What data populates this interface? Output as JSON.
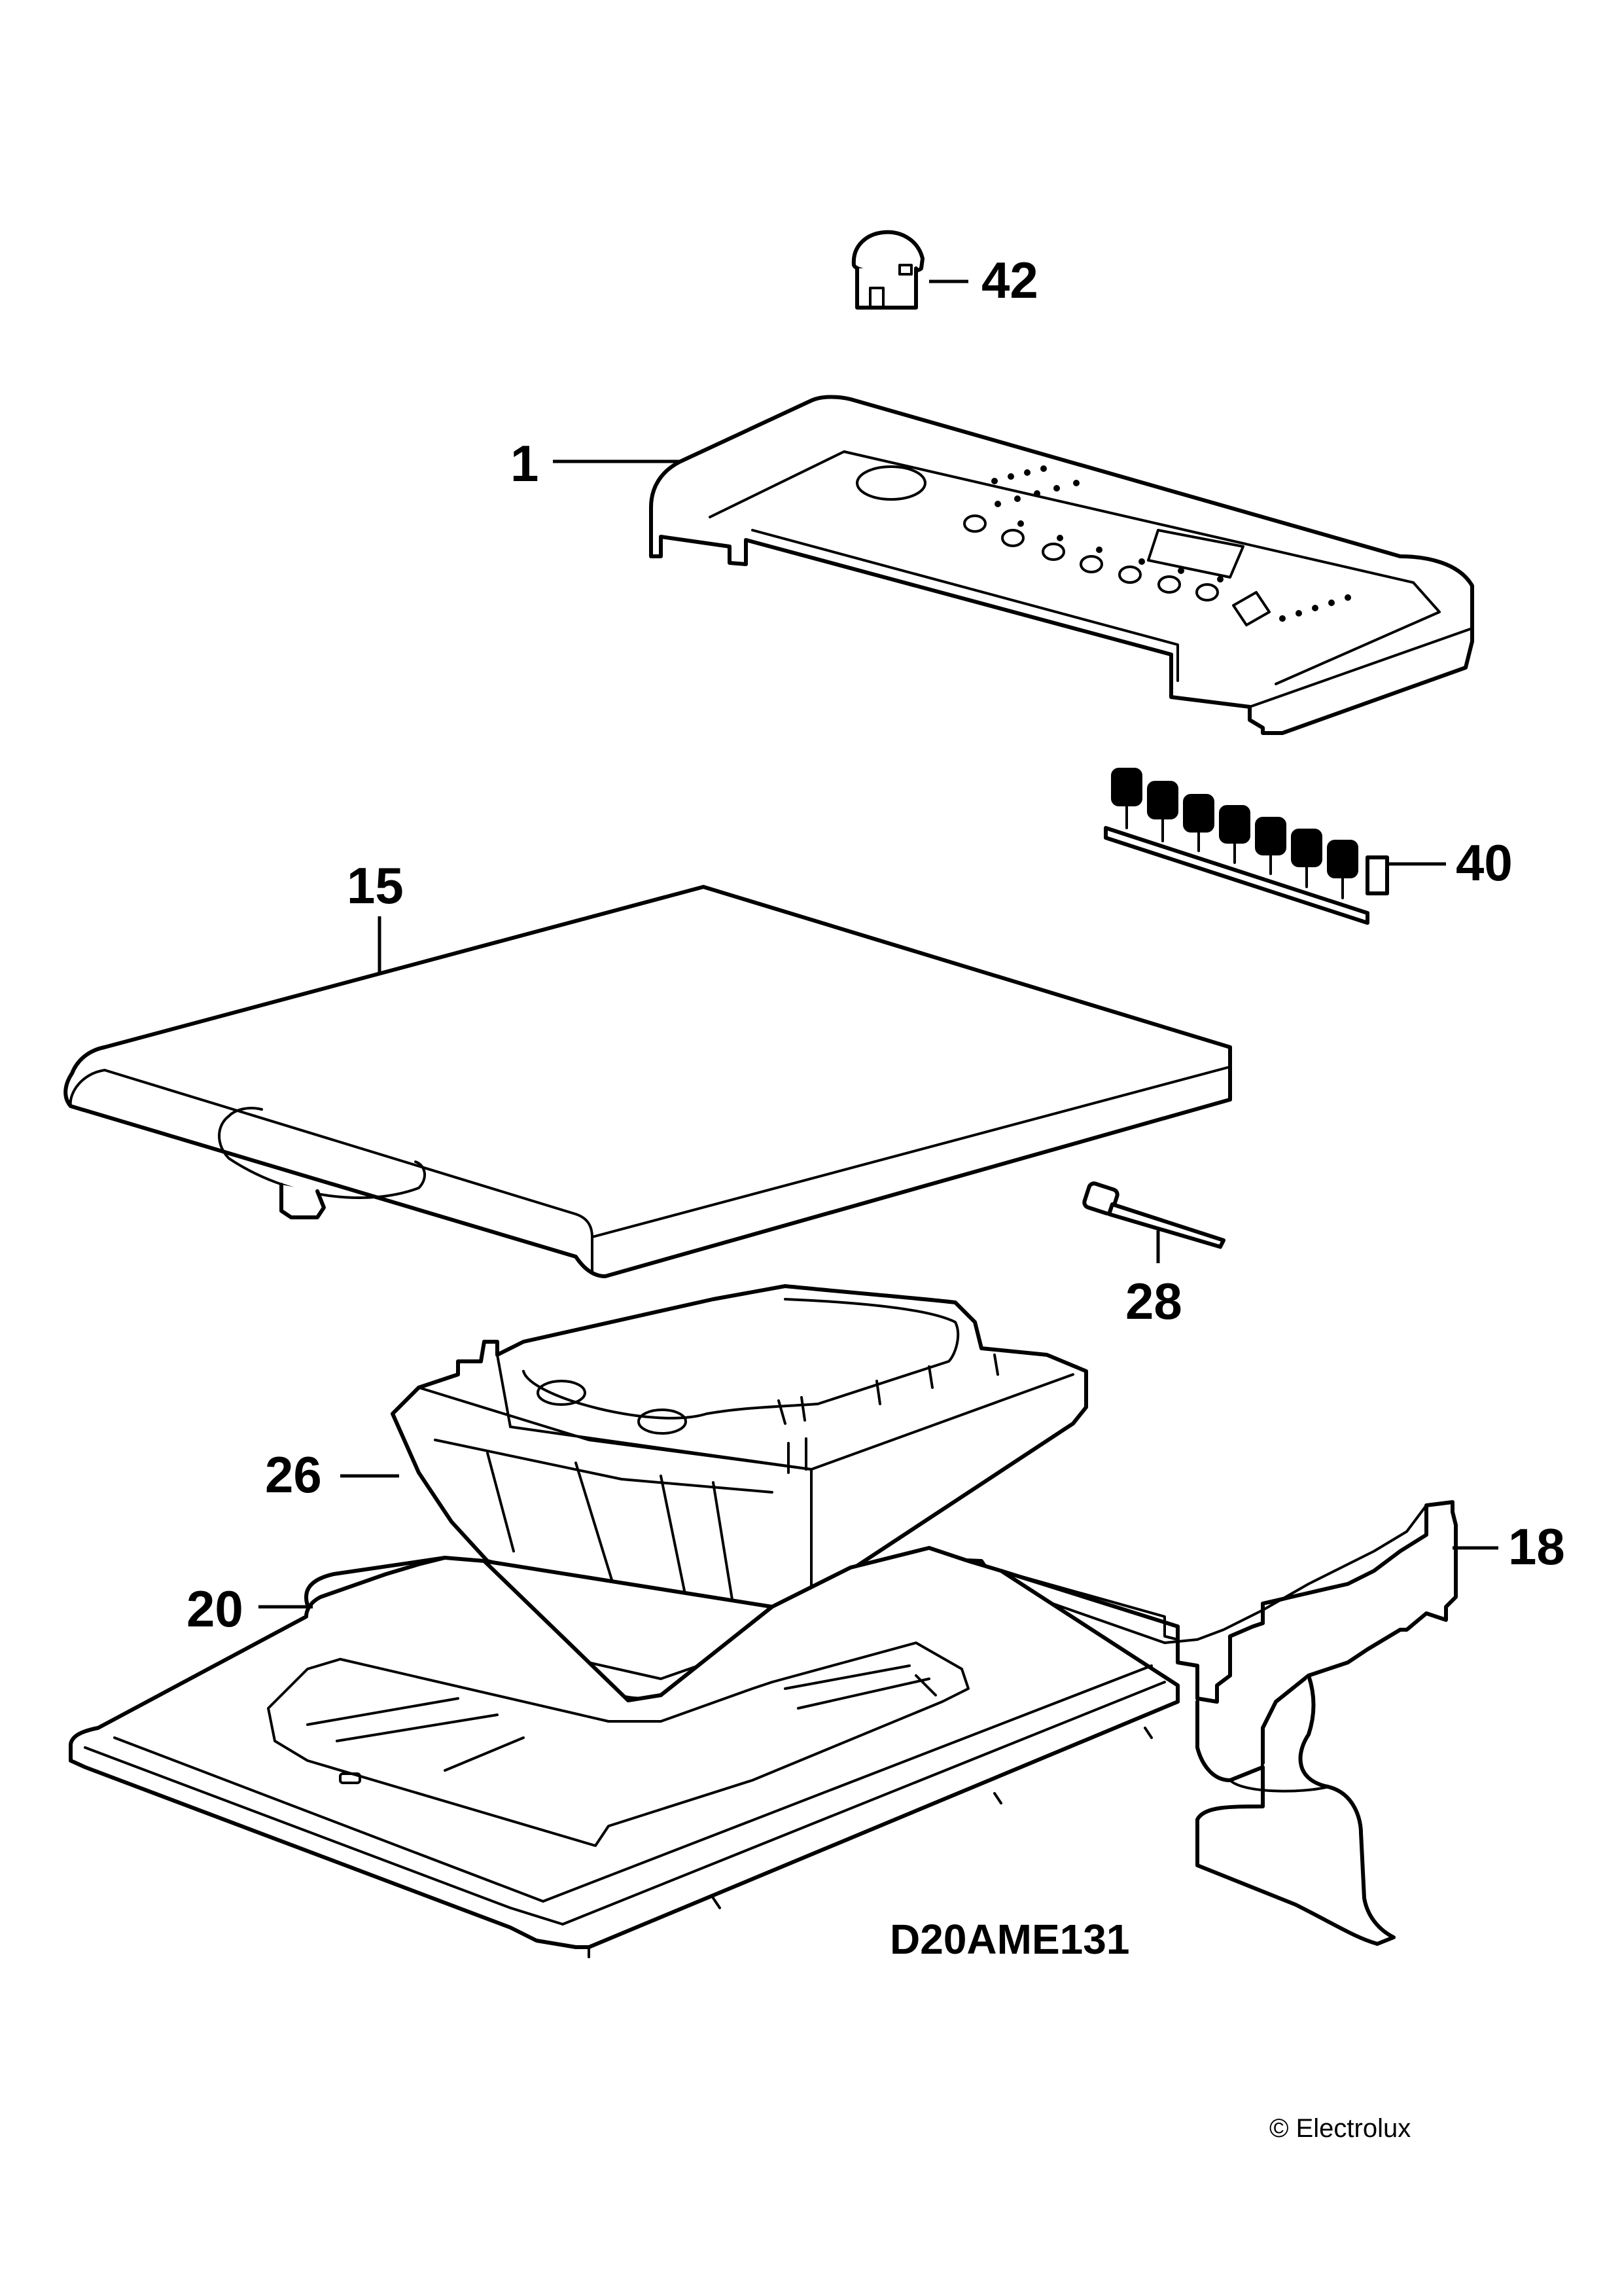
{
  "callouts": {
    "part_42": "42",
    "part_1": "1",
    "part_40": "40",
    "part_15": "15",
    "part_28": "28",
    "part_26": "26",
    "part_18": "18",
    "part_20": "20"
  },
  "drawing_code": "D20AME131",
  "copyright": "© Electrolux"
}
